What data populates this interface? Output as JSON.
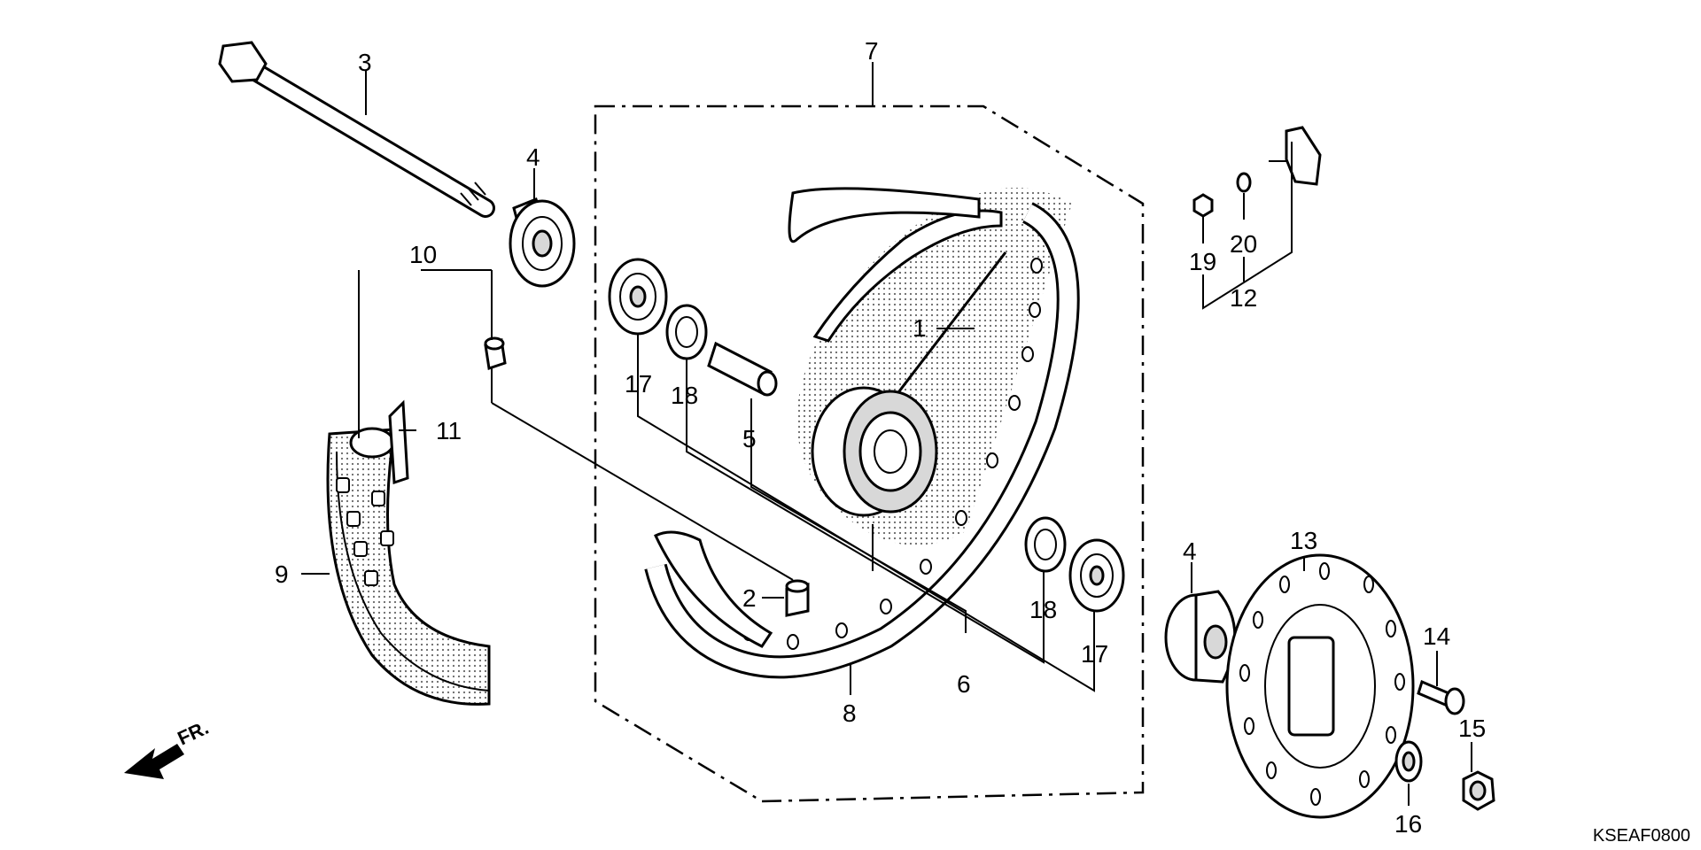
{
  "diagram": {
    "diagram_code": "KSEAF0800",
    "direction_label": "FR.",
    "callouts": [
      {
        "id": "1",
        "label": "1"
      },
      {
        "id": "2",
        "label": "2"
      },
      {
        "id": "3",
        "label": "3"
      },
      {
        "id": "4a",
        "label": "4"
      },
      {
        "id": "4b",
        "label": "4"
      },
      {
        "id": "5",
        "label": "5"
      },
      {
        "id": "6",
        "label": "6"
      },
      {
        "id": "7",
        "label": "7"
      },
      {
        "id": "8",
        "label": "8"
      },
      {
        "id": "9",
        "label": "9"
      },
      {
        "id": "10",
        "label": "10"
      },
      {
        "id": "11",
        "label": "11"
      },
      {
        "id": "12",
        "label": "12"
      },
      {
        "id": "13",
        "label": "13"
      },
      {
        "id": "14",
        "label": "14"
      },
      {
        "id": "15",
        "label": "15"
      },
      {
        "id": "16",
        "label": "16"
      },
      {
        "id": "17a",
        "label": "17"
      },
      {
        "id": "17b",
        "label": "17"
      },
      {
        "id": "18a",
        "label": "18"
      },
      {
        "id": "18b",
        "label": "18"
      },
      {
        "id": "19",
        "label": "19"
      },
      {
        "id": "20",
        "label": "20"
      }
    ]
  }
}
